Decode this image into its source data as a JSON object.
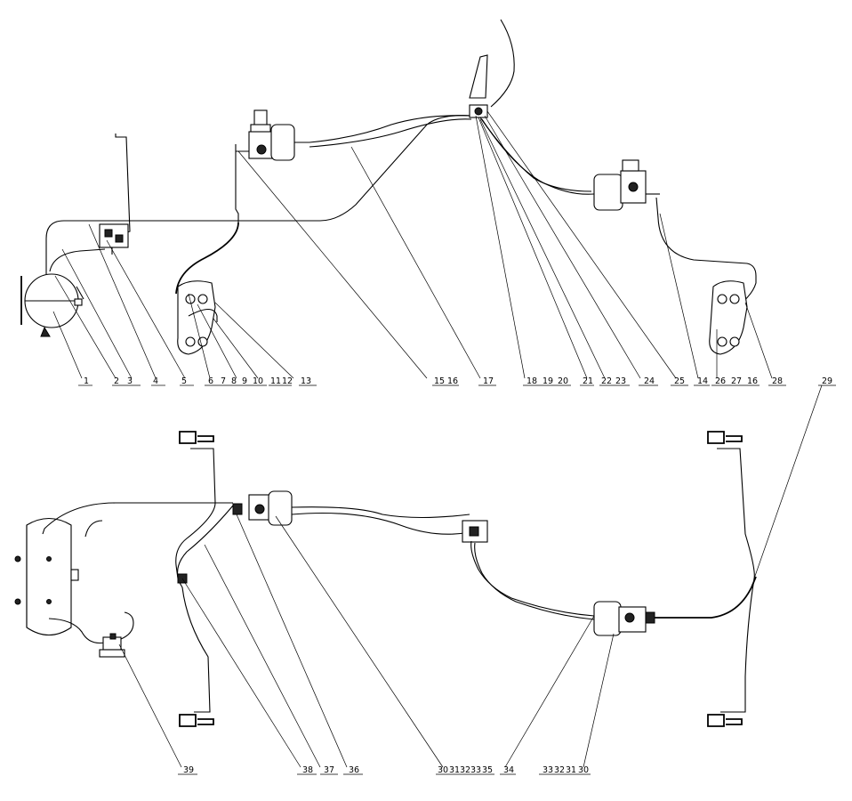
{
  "diagram": {
    "upper_callouts": [
      "1",
      "2",
      "3",
      "4",
      "5",
      "6",
      "7",
      "8",
      "9",
      "10",
      "11",
      "12",
      "13",
      "15",
      "16",
      "17",
      "18",
      "19",
      "20",
      "21",
      "22",
      "23",
      "24",
      "25",
      "14",
      "26",
      "27",
      "16",
      "28",
      "29"
    ],
    "lower_callouts": [
      "39",
      "38",
      "37",
      "36",
      "30",
      "31",
      "32",
      "33",
      "35",
      "34",
      "33",
      "32",
      "31",
      "30"
    ]
  }
}
